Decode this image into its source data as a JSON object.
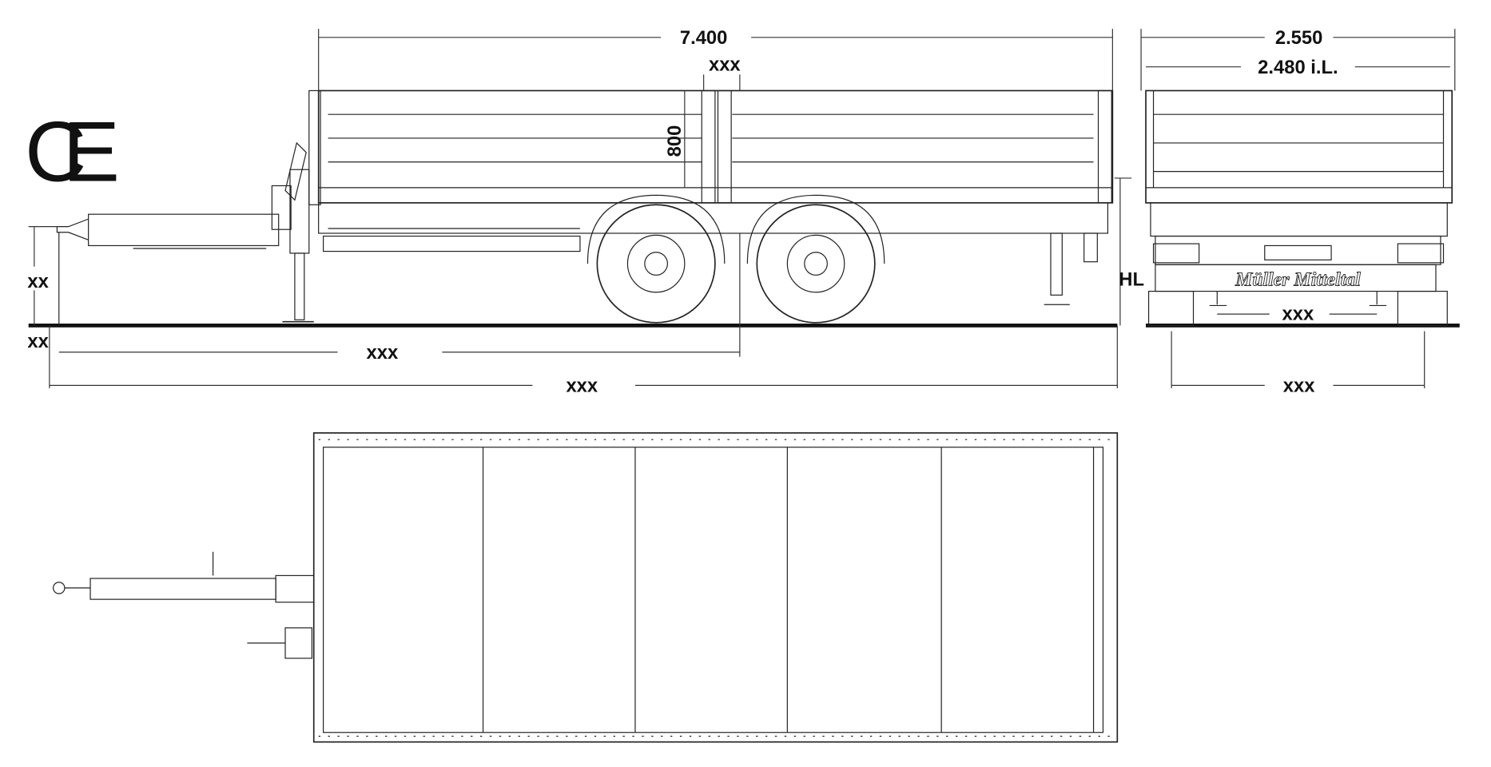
{
  "marks": {
    "ce": "CE",
    "brand": "Müller Mitteltal"
  },
  "side_view": {
    "overall_length": "7.400",
    "side_height": "800",
    "gap": "xxx",
    "drawbar_height": "xx",
    "drawbar_offset": "xx",
    "coupling_to_axle": "xxx",
    "overall_length_total": "xxx",
    "hitch_height": "HL"
  },
  "rear_view": {
    "overall_width": "2.550",
    "inner_width": "2.480 i.L.",
    "support_spacing": "xxx",
    "track_width": "xxx"
  }
}
